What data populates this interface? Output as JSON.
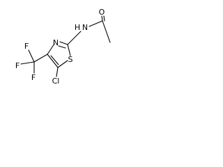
{
  "atoms": {
    "oxygen": "O",
    "amide_nitrogen": "N",
    "amide_hydrogen": "H",
    "ring_nitrogen": "N",
    "sulfur": "S",
    "chlorine": "Cl",
    "fluorine_top": "F",
    "fluorine_left": "F",
    "fluorine_bottom": "F"
  }
}
